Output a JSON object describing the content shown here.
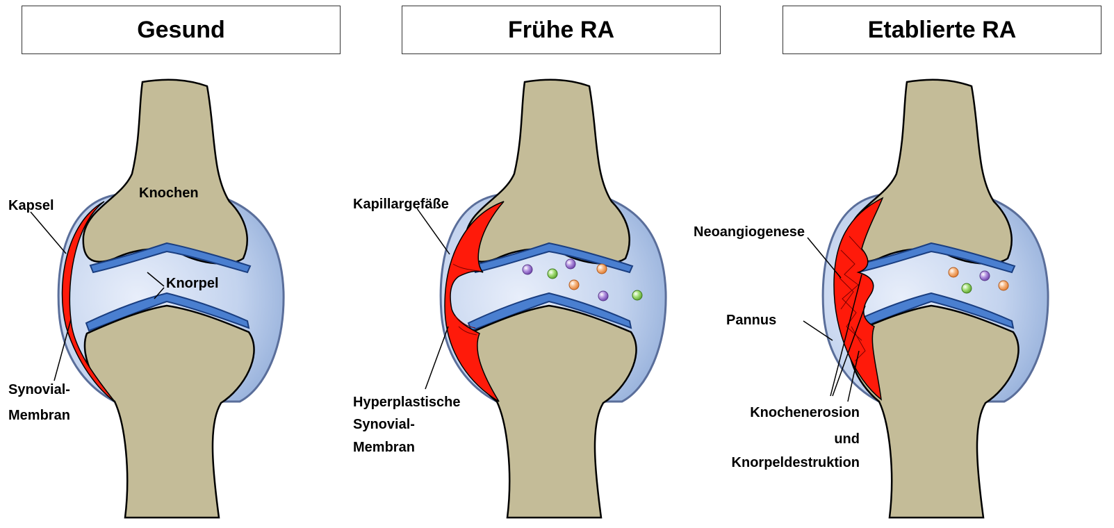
{
  "panels": [
    {
      "title": "Gesund",
      "labels": {
        "bone": "Knochen",
        "capsule": "Kapsel",
        "cartilage": "Knorpel",
        "synovial_1": "Synovial-",
        "synovial_2": "Membran"
      }
    },
    {
      "title": "Frühe RA",
      "labels": {
        "capillaries": "Kapillargefäße",
        "hyper_1": "Hyperplastische",
        "hyper_2": "Synovial-",
        "hyper_3": "Membran"
      }
    },
    {
      "title": "Etablierte RA",
      "labels": {
        "neo": "Neoangiogenese",
        "pannus": "Pannus",
        "erosion_1": "Knochenerosion",
        "erosion_2": "und",
        "erosion_3": "Knorpeldestruktion"
      }
    }
  ],
  "colors": {
    "bone": "#c4bc98",
    "capsule_fluid": "#a9c0e0",
    "cartilage": "#4a7fd0",
    "synovium": "#ff1a0a",
    "cell_purple": "#8c5cc4",
    "cell_green": "#7bc944",
    "cell_orange": "#f39a50"
  }
}
